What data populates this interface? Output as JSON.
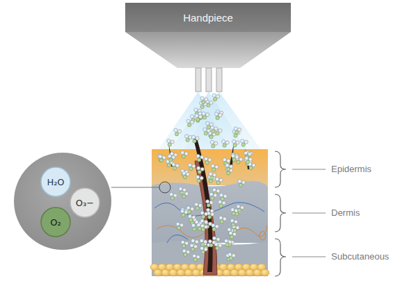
{
  "diagram": {
    "nodes": [
      {
        "text": [
          "Handpiece"
        ]
      },
      {
        "text": [
          "H₂O"
        ]
      },
      {
        "text": [
          "O₃−"
        ]
      },
      {
        "text": [
          "O₂"
        ]
      }
    ],
    "labels": [
      "Epidermis",
      "Dermis",
      "Subcutaneous"
    ]
  }
}
